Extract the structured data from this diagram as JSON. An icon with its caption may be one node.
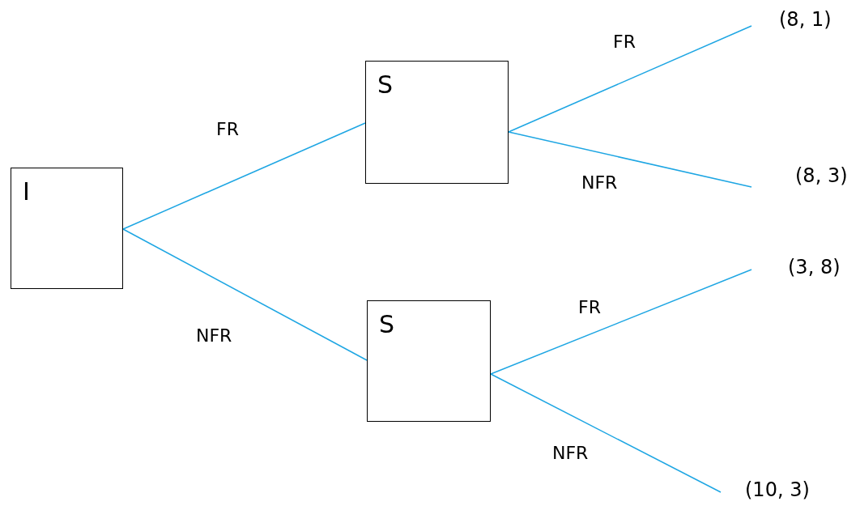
{
  "diagram": {
    "nodes": [
      {
        "text": [
          "I"
        ]
      },
      {
        "text": [
          "S"
        ]
      },
      {
        "text": [
          "S"
        ]
      },
      {
        "text": [
          "(8, 1)"
        ]
      },
      {
        "text": [
          "(8, 3)"
        ]
      },
      {
        "text": [
          "(3, 8)"
        ]
      },
      {
        "text": [
          "(10, 3)"
        ]
      }
    ],
    "edges": [
      {
        "from": 0,
        "to": 1,
        "arrow": "none",
        "label": "FR"
      },
      {
        "from": 0,
        "to": 2,
        "arrow": "none",
        "label": "NFR"
      },
      {
        "from": 1,
        "to": 3,
        "arrow": "none",
        "label": "FR"
      },
      {
        "from": 1,
        "to": 4,
        "arrow": "none",
        "label": "NFR"
      },
      {
        "from": 2,
        "to": 5,
        "arrow": "none",
        "label": "FR"
      },
      {
        "from": 2,
        "to": 6,
        "arrow": "none",
        "label": "NFR"
      }
    ]
  }
}
